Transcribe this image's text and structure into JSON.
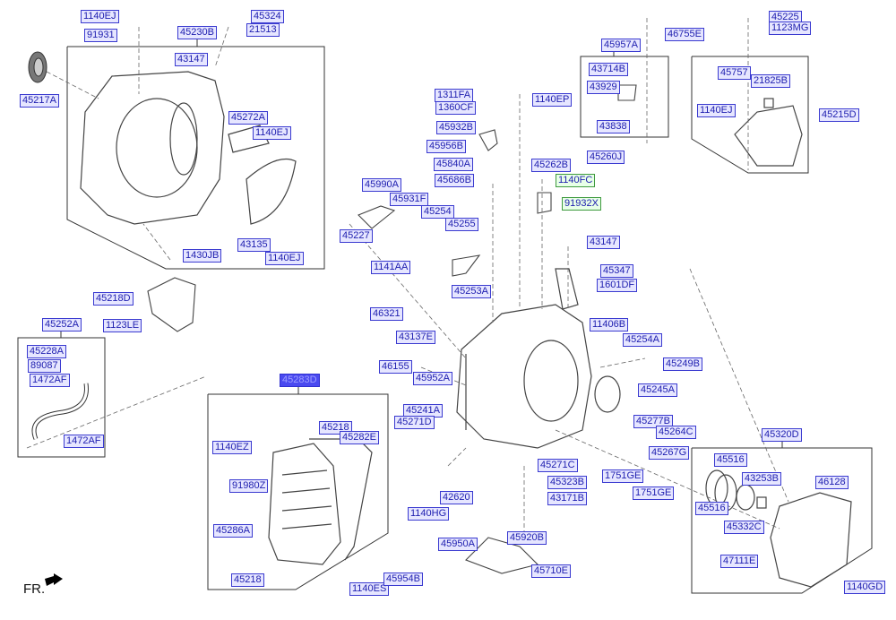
{
  "diagram": {
    "direction_marker": "FR.",
    "labels": [
      {
        "id": "l1",
        "text": "1140EJ"
      },
      {
        "id": "l2",
        "text": "91931"
      },
      {
        "id": "l3",
        "text": "45230B"
      },
      {
        "id": "l4",
        "text": "45324"
      },
      {
        "id": "l5",
        "text": "21513"
      },
      {
        "id": "l6",
        "text": "43147"
      },
      {
        "id": "l7",
        "text": "45217A"
      },
      {
        "id": "l8",
        "text": "45272A"
      },
      {
        "id": "l9",
        "text": "1140EJ"
      },
      {
        "id": "l10",
        "text": "43135"
      },
      {
        "id": "l11",
        "text": "1140EJ"
      },
      {
        "id": "l12",
        "text": "1430JB"
      },
      {
        "id": "l13",
        "text": "45218D"
      },
      {
        "id": "l14",
        "text": "1123LE"
      },
      {
        "id": "l15",
        "text": "45252A"
      },
      {
        "id": "l16",
        "text": "45228A"
      },
      {
        "id": "l17",
        "text": "89087"
      },
      {
        "id": "l18",
        "text": "1472AF"
      },
      {
        "id": "l19",
        "text": "1472AF"
      },
      {
        "id": "l20",
        "text": "45283D"
      },
      {
        "id": "l21",
        "text": "45218"
      },
      {
        "id": "l22",
        "text": "45282E"
      },
      {
        "id": "l23",
        "text": "1140EZ"
      },
      {
        "id": "l24",
        "text": "91980Z"
      },
      {
        "id": "l25",
        "text": "45286A"
      },
      {
        "id": "l26",
        "text": "45218"
      },
      {
        "id": "l27",
        "text": "1140ES"
      },
      {
        "id": "l28",
        "text": "45954B"
      },
      {
        "id": "l29",
        "text": "1311FA"
      },
      {
        "id": "l30",
        "text": "1360CF"
      },
      {
        "id": "l31",
        "text": "1140EP"
      },
      {
        "id": "l32",
        "text": "45932B"
      },
      {
        "id": "l33",
        "text": "45956B"
      },
      {
        "id": "l34",
        "text": "45840A"
      },
      {
        "id": "l35",
        "text": "45686B"
      },
      {
        "id": "l36",
        "text": "45262B"
      },
      {
        "id": "l37",
        "text": "45260J"
      },
      {
        "id": "l38",
        "text": "1140FC"
      },
      {
        "id": "l39",
        "text": "91932X"
      },
      {
        "id": "l40",
        "text": "45990A"
      },
      {
        "id": "l41",
        "text": "45931F"
      },
      {
        "id": "l42",
        "text": "45254"
      },
      {
        "id": "l43",
        "text": "45255"
      },
      {
        "id": "l44",
        "text": "45227"
      },
      {
        "id": "l45",
        "text": "43147"
      },
      {
        "id": "l46",
        "text": "1141AA"
      },
      {
        "id": "l47",
        "text": "45253A"
      },
      {
        "id": "l48",
        "text": "45347"
      },
      {
        "id": "l49",
        "text": "1601DF"
      },
      {
        "id": "l50",
        "text": "46321"
      },
      {
        "id": "l51",
        "text": "43137E"
      },
      {
        "id": "l52",
        "text": "11406B"
      },
      {
        "id": "l53",
        "text": "45254A"
      },
      {
        "id": "l54",
        "text": "46155"
      },
      {
        "id": "l55",
        "text": "45249B"
      },
      {
        "id": "l56",
        "text": "45952A"
      },
      {
        "id": "l57",
        "text": "45245A"
      },
      {
        "id": "l58",
        "text": "45241A"
      },
      {
        "id": "l59",
        "text": "45271D"
      },
      {
        "id": "l60",
        "text": "45277B"
      },
      {
        "id": "l61",
        "text": "45264C"
      },
      {
        "id": "l62",
        "text": "45267G"
      },
      {
        "id": "l63",
        "text": "45271C"
      },
      {
        "id": "l64",
        "text": "1751GE"
      },
      {
        "id": "l65",
        "text": "1751GE"
      },
      {
        "id": "l66",
        "text": "45323B"
      },
      {
        "id": "l67",
        "text": "43171B"
      },
      {
        "id": "l68",
        "text": "42620"
      },
      {
        "id": "l69",
        "text": "1140HG"
      },
      {
        "id": "l70",
        "text": "45920B"
      },
      {
        "id": "l71",
        "text": "45950A"
      },
      {
        "id": "l72",
        "text": "45710E"
      },
      {
        "id": "l73",
        "text": "45957A"
      },
      {
        "id": "l74",
        "text": "46755E"
      },
      {
        "id": "l75",
        "text": "43714B"
      },
      {
        "id": "l76",
        "text": "43929"
      },
      {
        "id": "l77",
        "text": "43838"
      },
      {
        "id": "l78",
        "text": "45225"
      },
      {
        "id": "l79",
        "text": "1123MG"
      },
      {
        "id": "l80",
        "text": "45757"
      },
      {
        "id": "l81",
        "text": "21825B"
      },
      {
        "id": "l82",
        "text": "1140EJ"
      },
      {
        "id": "l83",
        "text": "45215D"
      },
      {
        "id": "l84",
        "text": "45320D"
      },
      {
        "id": "l85",
        "text": "45516"
      },
      {
        "id": "l86",
        "text": "43253B"
      },
      {
        "id": "l87",
        "text": "46128"
      },
      {
        "id": "l88",
        "text": "45516"
      },
      {
        "id": "l89",
        "text": "45332C"
      },
      {
        "id": "l90",
        "text": "47111E"
      },
      {
        "id": "l91",
        "text": "1140GD"
      }
    ]
  }
}
